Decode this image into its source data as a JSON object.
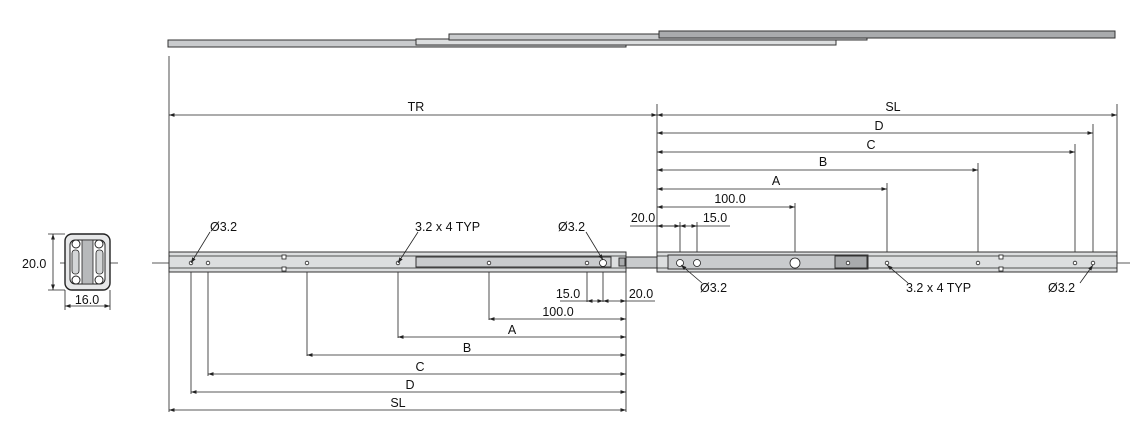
{
  "labels": {
    "tr": "TR",
    "sl_top": "SL",
    "d_top": "D",
    "c_top": "C",
    "b_top": "B",
    "a_top": "A",
    "dim_100_top": "100.0",
    "dim_20_top": "20.0",
    "dim_15_top": "15.0",
    "hole_left_top": "Ø3.2",
    "typ_left": "3.2 x 4 TYP",
    "hole_mid_top": "Ø3.2",
    "hole_mid_bottom": "Ø3.2",
    "typ_right": "3.2 x 4 TYP",
    "hole_right_bottom": "Ø3.2",
    "dim_15_bottom": "15.0",
    "dim_20_bottom": "20.0",
    "dim_100_bottom": "100.0",
    "a_bottom": "A",
    "b_bottom": "B",
    "c_bottom": "C",
    "d_bottom": "D",
    "sl_bottom": "SL",
    "profile_height": "20.0",
    "profile_width": "16.0"
  }
}
